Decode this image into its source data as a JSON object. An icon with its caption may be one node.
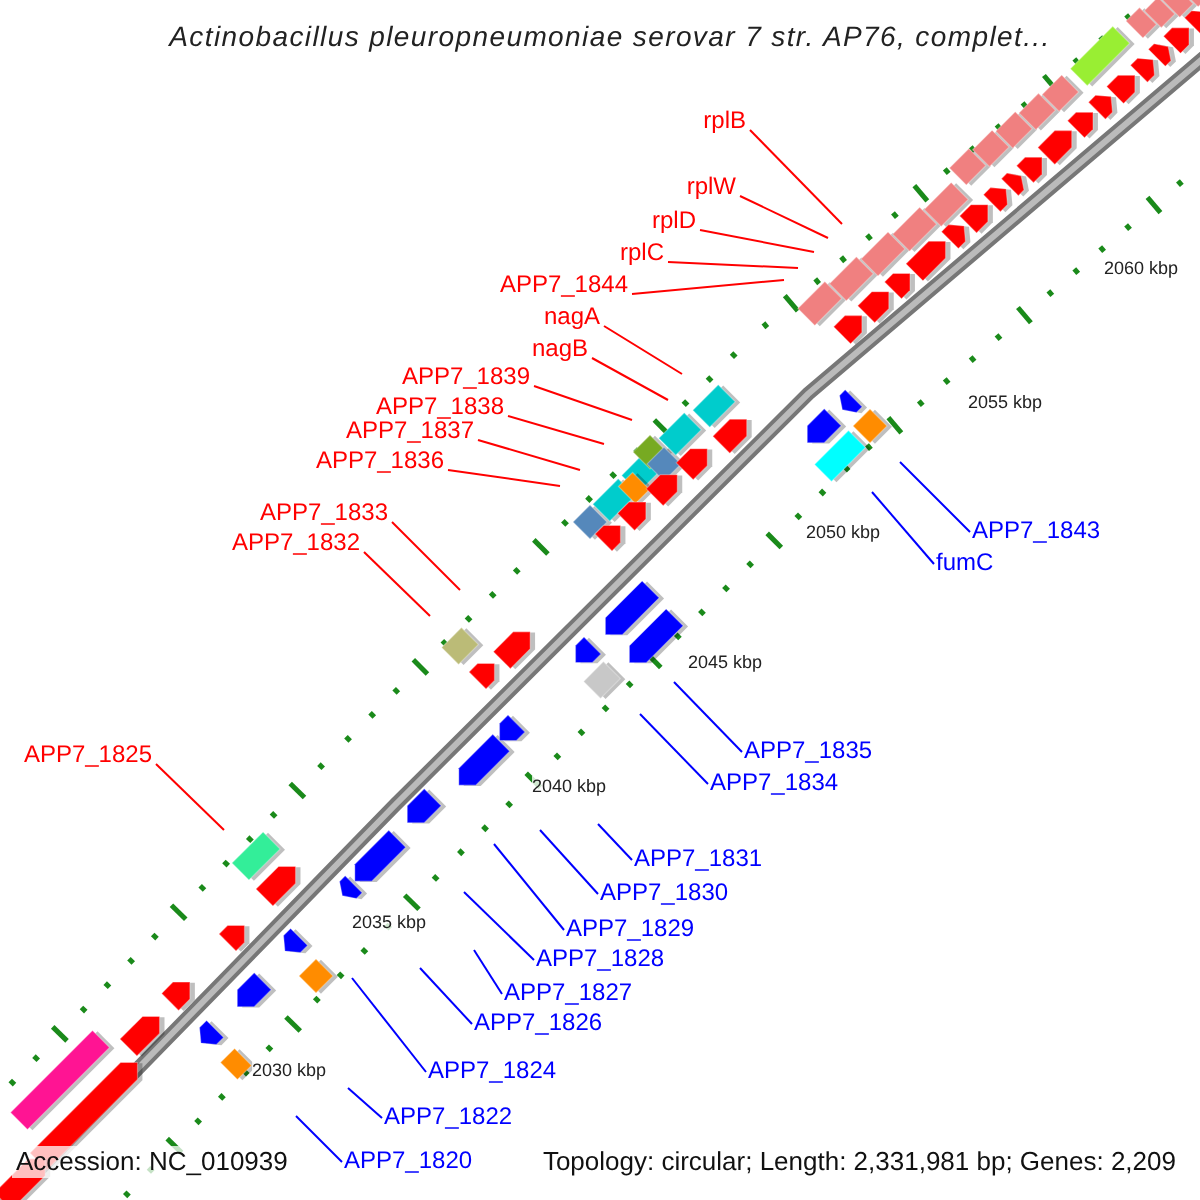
{
  "diagram": {
    "title": "Actinobacillus pleuropneumoniae serovar 7 str. AP76, complet...",
    "nodes": [
      {
        "text": [
          "rplB"
        ]
      },
      {
        "text": [
          "rplW"
        ]
      },
      {
        "text": [
          "rplD"
        ]
      },
      {
        "text": [
          "rplC"
        ]
      },
      {
        "text": [
          "APP7_1844"
        ]
      },
      {
        "text": [
          "nagA"
        ]
      },
      {
        "text": [
          "nagB"
        ]
      },
      {
        "text": [
          "APP7_1839"
        ]
      },
      {
        "text": [
          "APP7_1838"
        ]
      },
      {
        "text": [
          "APP7_1837"
        ]
      },
      {
        "text": [
          "APP7_1836"
        ]
      },
      {
        "text": [
          "APP7_1843"
        ]
      },
      {
        "text": [
          "fumC"
        ]
      },
      {
        "text": [
          "APP7_1833"
        ]
      },
      {
        "text": [
          "APP7_1832"
        ]
      },
      {
        "text": [
          "APP7_1835"
        ]
      },
      {
        "text": [
          "APP7_1834"
        ]
      },
      {
        "text": [
          "APP7_1825"
        ]
      },
      {
        "text": [
          "APP7_1831"
        ]
      },
      {
        "text": [
          "APP7_1830"
        ]
      },
      {
        "text": [
          "APP7_1829"
        ]
      },
      {
        "text": [
          "APP7_1828"
        ]
      },
      {
        "text": [
          "APP7_1827"
        ]
      },
      {
        "text": [
          "APP7_1826"
        ]
      },
      {
        "text": [
          "APP7_1824"
        ]
      },
      {
        "text": [
          "APP7_1822"
        ]
      },
      {
        "text": [
          "APP7_1820"
        ]
      }
    ],
    "edges": [
      {
        "from": 0,
        "to": null,
        "arrow": "none"
      },
      {
        "from": 1,
        "to": null,
        "arrow": "none"
      },
      {
        "from": 2,
        "to": null,
        "arrow": "none"
      },
      {
        "from": 3,
        "to": null,
        "arrow": "none"
      },
      {
        "from": 4,
        "to": null,
        "arrow": "none"
      },
      {
        "from": 5,
        "to": null,
        "arrow": "none"
      },
      {
        "from": 6,
        "to": null,
        "arrow": "none"
      },
      {
        "from": 7,
        "to": null,
        "arrow": "none"
      },
      {
        "from": 8,
        "to": null,
        "arrow": "none"
      },
      {
        "from": 9,
        "to": null,
        "arrow": "none"
      },
      {
        "from": 10,
        "to": null,
        "arrow": "none"
      },
      {
        "from": 11,
        "to": null,
        "arrow": "none",
        "color": "#0000ff"
      },
      {
        "from": 12,
        "to": null,
        "arrow": "none",
        "color": "#0000ff"
      },
      {
        "from": 13,
        "to": null,
        "arrow": "none"
      },
      {
        "from": 14,
        "to": null,
        "arrow": "none"
      },
      {
        "from": 15,
        "to": null,
        "arrow": "none",
        "color": "#0000ff"
      },
      {
        "from": 16,
        "to": null,
        "arrow": "none",
        "color": "#0000ff"
      },
      {
        "from": 17,
        "to": null,
        "arrow": "none"
      },
      {
        "from": 18,
        "to": null,
        "arrow": "none",
        "color": "#0000ff"
      },
      {
        "from": 19,
        "to": null,
        "arrow": "none",
        "color": "#0000ff"
      },
      {
        "from": 20,
        "to": null,
        "arrow": "none",
        "color": "#0000ff"
      },
      {
        "from": 21,
        "to": null,
        "arrow": "none",
        "color": "#0000ff"
      },
      {
        "from": 22,
        "to": null,
        "arrow": "none",
        "color": "#0000ff"
      },
      {
        "from": 23,
        "to": null,
        "arrow": "none",
        "color": "#0000ff"
      },
      {
        "from": 24,
        "to": null,
        "arrow": "none",
        "color": "#0000ff"
      },
      {
        "from": 25,
        "to": null,
        "arrow": "none",
        "color": "#0000ff"
      },
      {
        "from": 26,
        "to": null,
        "arrow": "none",
        "color": "#0000ff"
      }
    ],
    "labels": [
      "2060 kbp",
      "2055 kbp",
      "2050 kbp",
      "2045 kbp",
      "2040 kbp",
      "2035 kbp",
      "2030 kbp",
      "Accession: NC_010939",
      "Topology: circular; Length: 2,331,981 bp; Genes: 2,209"
    ]
  }
}
